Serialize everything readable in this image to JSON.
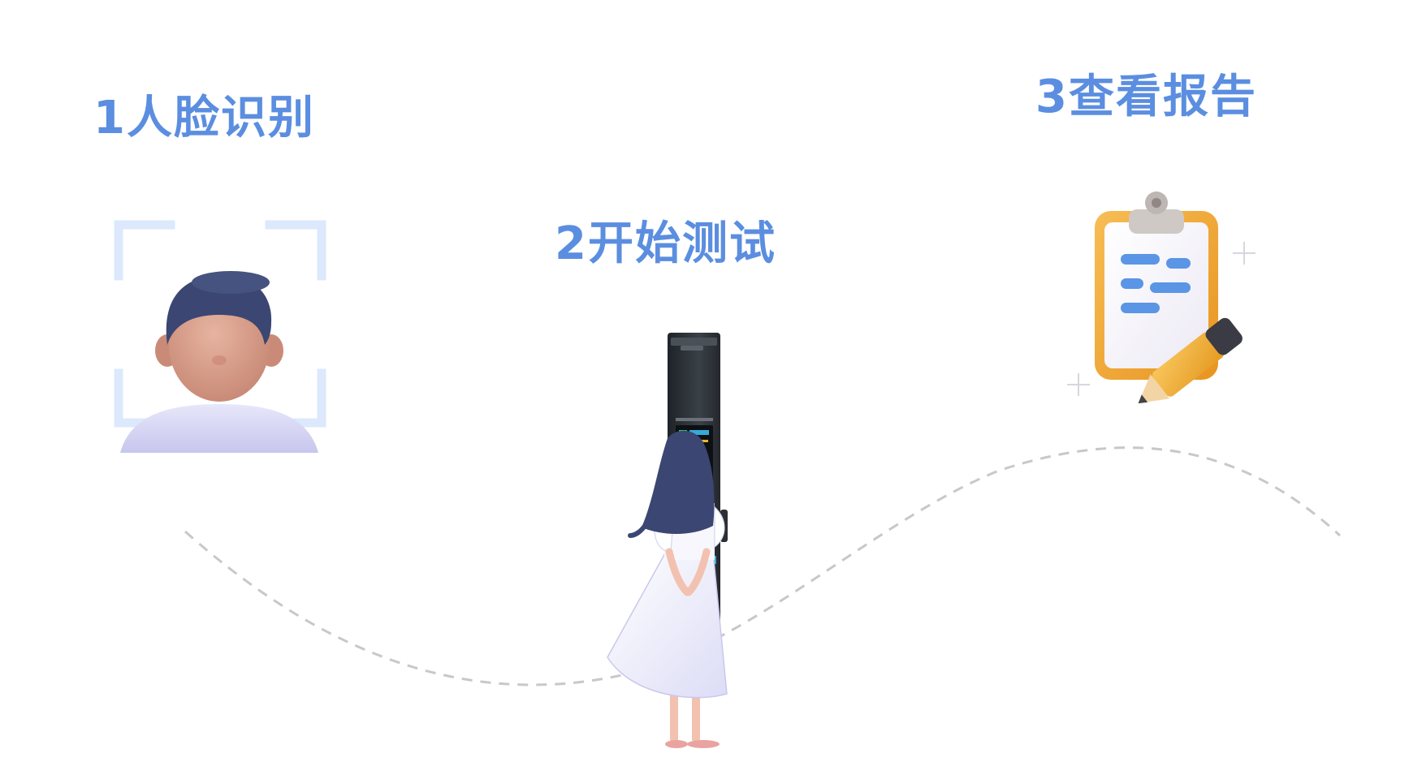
{
  "steps": [
    {
      "label": "1人脸识别",
      "icon": "face-recognition-icon"
    },
    {
      "label": "2开始测试",
      "icon": "health-kiosk-person-icon"
    },
    {
      "label": "3查看报告",
      "icon": "clipboard-report-icon"
    }
  ],
  "colors": {
    "title": "#5b8ee0",
    "path_dash": "#c8c8c8",
    "frame": "#dce8fb",
    "kiosk": "#2b3035",
    "clipboard": "#f2a735",
    "report_lines": "#5b95e6",
    "hair": "#3b4672",
    "skin": "#d8a08c"
  }
}
